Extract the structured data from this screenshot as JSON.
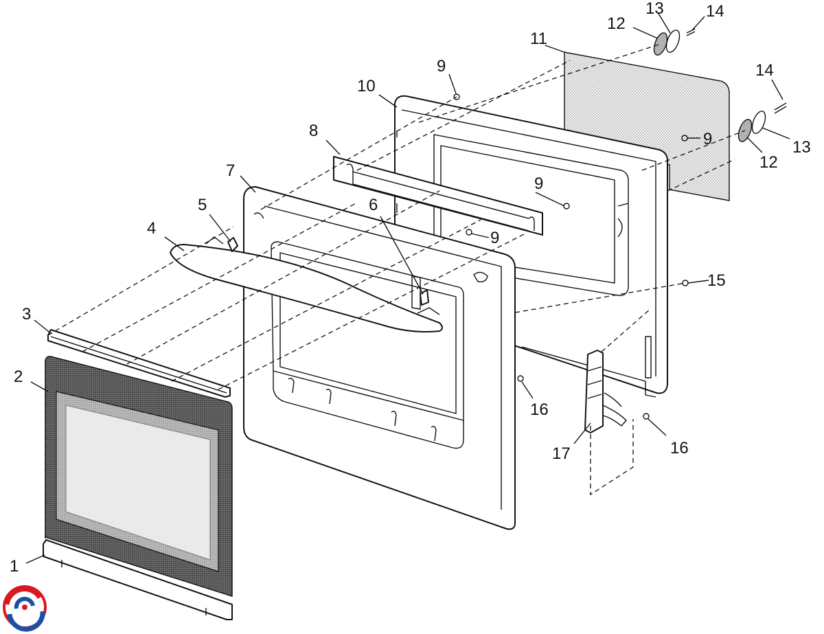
{
  "callouts": [
    "1",
    "2",
    "3",
    "4",
    "5",
    "6",
    "7",
    "8",
    "9",
    "9",
    "9",
    "9",
    "10",
    "11",
    "12",
    "12",
    "13",
    "13",
    "14",
    "14",
    "15",
    "16",
    "16",
    "17"
  ],
  "icons": {
    "logo": "swirl-logo-icon"
  }
}
